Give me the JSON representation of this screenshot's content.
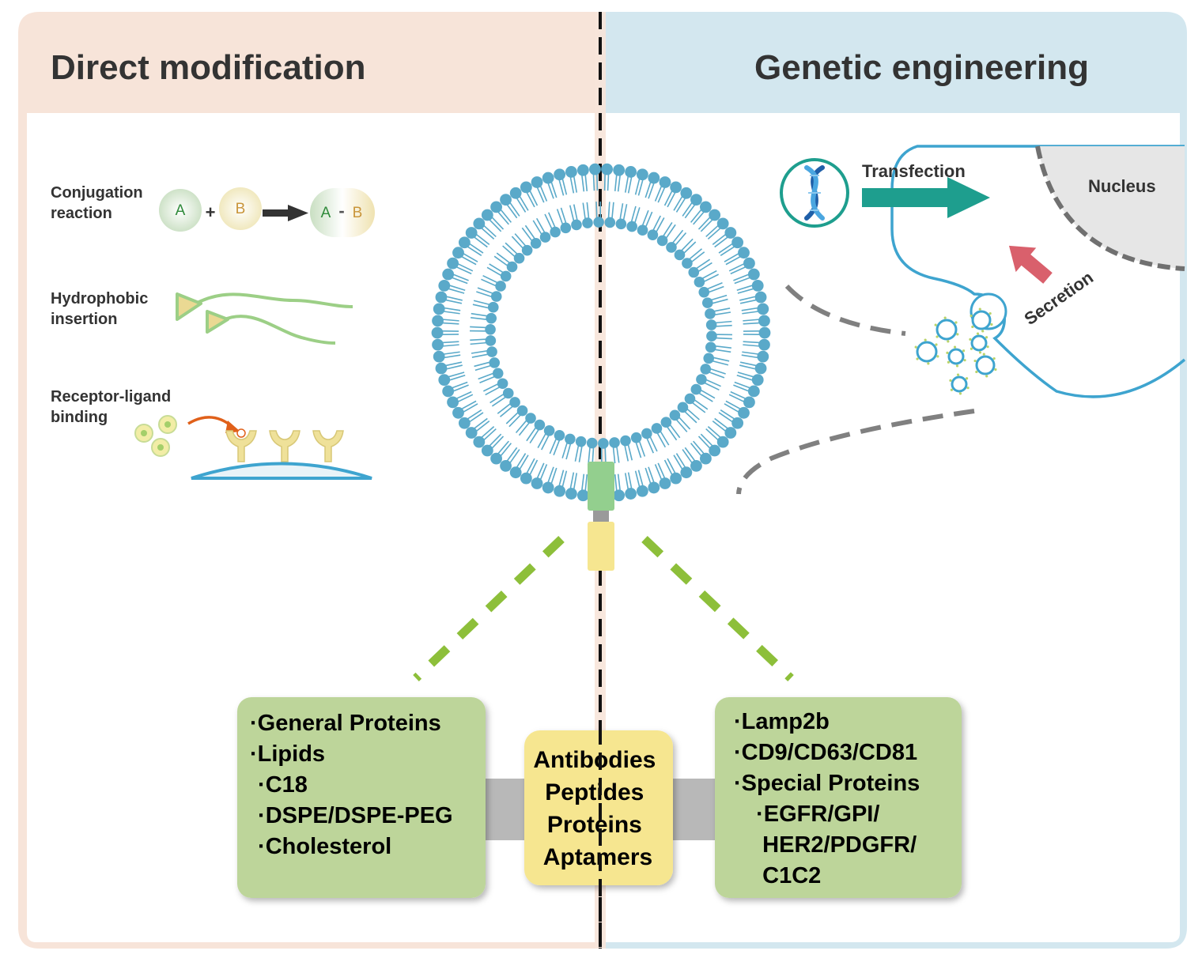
{
  "colors": {
    "left_panel": "#f7e4d9",
    "right_panel": "#d3e7ef",
    "left_border": "#f4ddd0",
    "right_border": "#cde3ec",
    "title_text": "#333333",
    "membrane": "#5aa9c9",
    "green_box": "#bdd59a",
    "yellow_box": "#f6e690",
    "connector": "#b8b8b8",
    "dashed_green": "#8dbf3a",
    "dashed_gray": "#808080",
    "teal_arrow": "#1e9e8e",
    "secretion_arrow": "#d9606c",
    "orange_arrow": "#e0601a",
    "cell_outline": "#3ea4cf",
    "nucleus_fill": "#e6e6e6"
  },
  "panels": {
    "left_title": "Direct modification",
    "right_title": "Genetic engineering"
  },
  "methods": {
    "conjugation": {
      "label_lines": [
        "Conjugation",
        "reaction"
      ],
      "reactant_a": "A",
      "plus": "+",
      "reactant_b": "B",
      "product_a": "A",
      "product_dash": "-",
      "product_b": "B"
    },
    "hydrophobic": {
      "label_lines": [
        "Hydrophobic",
        "insertion"
      ]
    },
    "receptor": {
      "label_lines": [
        "Receptor-ligand",
        "binding"
      ]
    }
  },
  "genetic": {
    "transfection": "Transfection",
    "nucleus": "Nucleus",
    "secretion": "Secretion",
    "dna_icon": "dna-helix-icon"
  },
  "boxes": {
    "left_items": [
      "·General Proteins",
      "·Lipids",
      " ·C18",
      " ·DSPE/DSPE-PEG",
      " ·Cholesterol"
    ],
    "center_items": [
      "Antibodies",
      "Peptides",
      "Proteins",
      "Aptamers"
    ],
    "right_items": [
      "·Lamp2b",
      "·CD9/CD63/CD81",
      "·Special Proteins",
      "  ·EGFR/GPI/",
      "   HER2/PDGFR/",
      "   C1C2"
    ]
  }
}
